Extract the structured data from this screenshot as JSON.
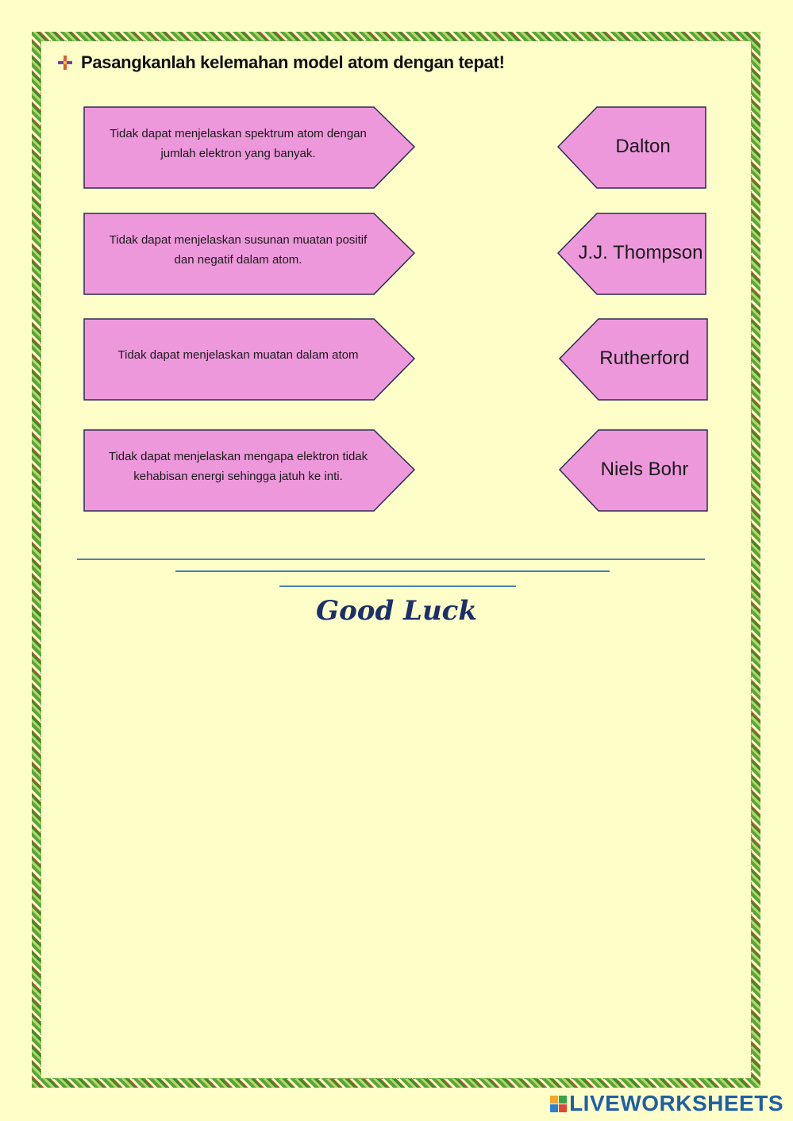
{
  "title": "Pasangkanlah kelemahan model atom dengan tepat!",
  "weaknesses": [
    "Tidak dapat menjelaskan spektrum atom dengan jumlah elektron yang banyak.",
    "Tidak dapat menjelaskan susunan muatan positif dan negatif dalam atom.",
    "Tidak dapat menjelaskan muatan dalam atom",
    "Tidak dapat menjelaskan mengapa elektron tidak kehabisan energi sehingga jatuh ke inti."
  ],
  "scientists": [
    "Dalton",
    "J.J. Thompson",
    "Rutherford",
    "Niels Bohr"
  ],
  "closing": "Good Luck",
  "brand": "LIVEWORKSHEETS",
  "colors": {
    "background": "#fefec8",
    "card_fill": "#ee98dc",
    "card_stroke": "#2b2b55",
    "line": "#4f7fb8",
    "good_luck": "#1c2f6b",
    "brand": "#1e5fa8"
  }
}
